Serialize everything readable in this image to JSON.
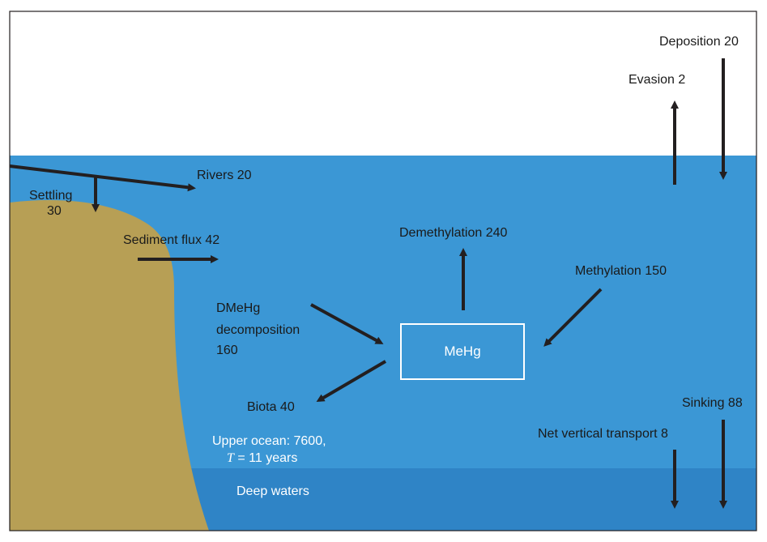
{
  "diagram": {
    "colors": {
      "sky": "#ffffff",
      "upper_ocean": "#3b97d5",
      "deep_water": "#2f84c6",
      "sediment": "#b79f55",
      "arrow": "#231f20",
      "frame": "#231f20"
    },
    "labels": {
      "deposition": "Deposition 20",
      "evasion": "Evasion 2",
      "rivers": "Rivers 20",
      "settling_name": "Settling",
      "settling_value": "30",
      "sediment_flux": "Sediment flux 42",
      "demethylation": "Demethylation 240",
      "methylation": "Methylation 150",
      "dmehg_line1": "DMeHg",
      "dmehg_line2": "decomposition",
      "dmehg_line3": "160",
      "biota": "Biota 40",
      "upper_ocean_line1": "Upper ocean: 7600,",
      "upper_ocean_T": "T",
      "upper_ocean_line2_rest": " = 11 years",
      "sinking": "Sinking 88",
      "net_vertical": "Net vertical transport 8",
      "deep_waters": "Deep waters",
      "box": "MeHg"
    }
  }
}
